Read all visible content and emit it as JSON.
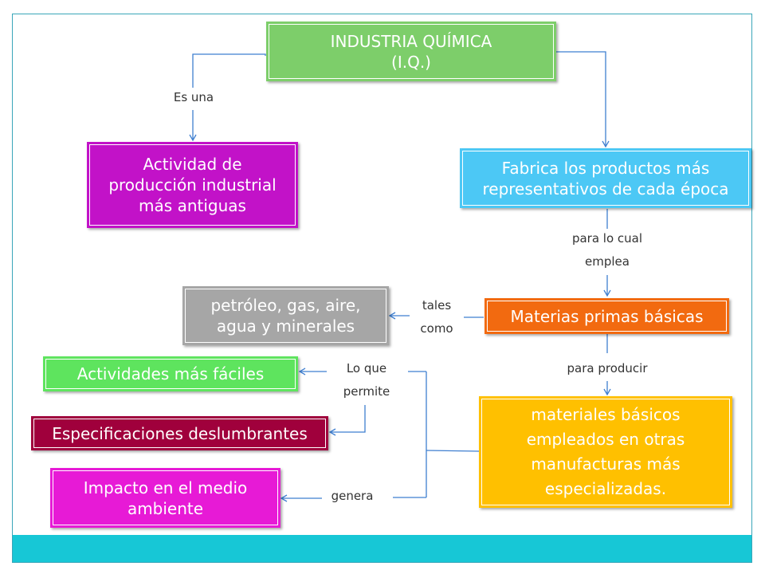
{
  "colors": {
    "frame": "#3aa6b9",
    "footer": "#17c7d6",
    "connector": "#3f7fd0",
    "root": "#7dce6a",
    "activity": "#c212c8",
    "fabrica": "#4cc8f5",
    "petroleo": "#a6a6a6",
    "materias": "#f26a10",
    "faciles": "#5ee45e",
    "especificaciones": "#a0003c",
    "impacto": "#e71ad6",
    "materiales": "#ffc000"
  },
  "nodes": {
    "root": {
      "line1": "INDUSTRIA QUÍMICA",
      "line2": "(I.Q.)"
    },
    "actividad": "Actividad de producción industrial más antiguas",
    "fabrica": "Fabrica los productos más representativos de cada época",
    "petroleo": "petróleo, gas, aire, agua y minerales",
    "materias": "Materias primas básicas",
    "faciles": "Actividades más fáciles",
    "especificaciones": "Especificaciones deslumbrantes",
    "impacto": "Impacto en el medio ambiente",
    "materiales": "materiales básicos empleados en otras manufacturas más especializadas."
  },
  "labels": {
    "es_una": "Es una",
    "para_lo_cual": "para lo  cual emplea",
    "tales_como": "tales como",
    "para_producir": "para producir",
    "lo_que_permite": "Lo que permite",
    "genera": "genera"
  }
}
